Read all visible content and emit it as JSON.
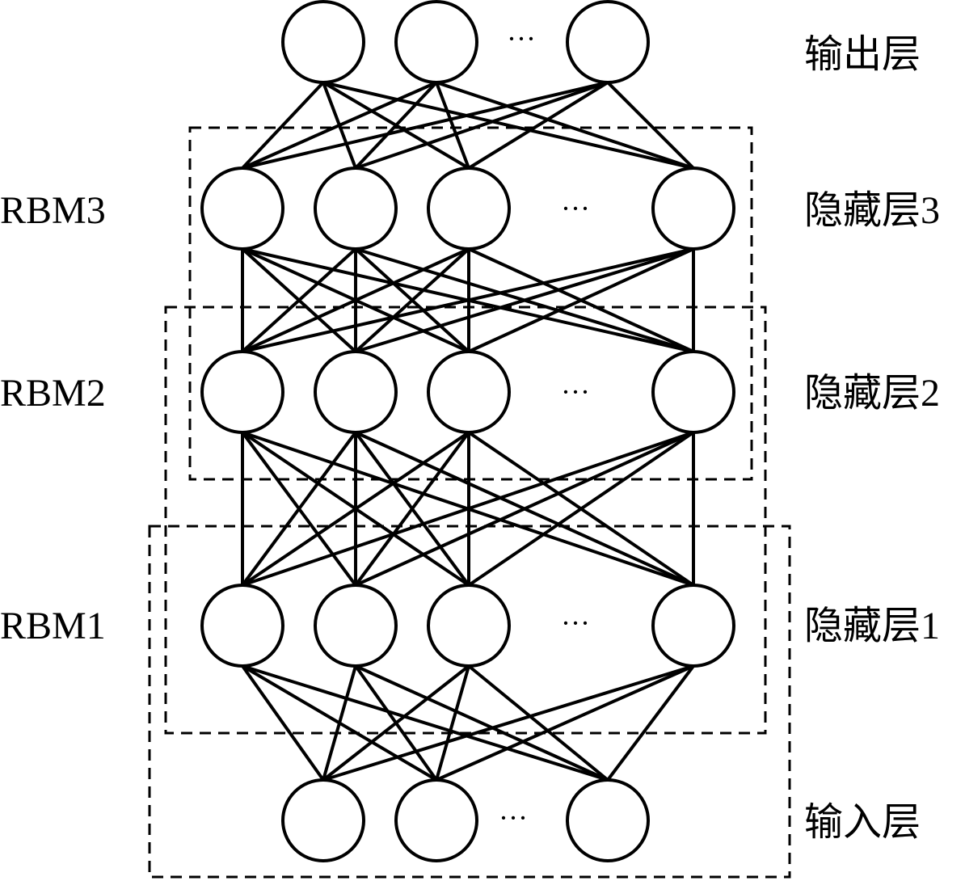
{
  "layers": [
    {
      "id": "output",
      "label": "输出层",
      "dots": "···"
    },
    {
      "id": "hidden3",
      "label": "隐藏层3",
      "dots": "···"
    },
    {
      "id": "hidden2",
      "label": "隐藏层2",
      "dots": "···"
    },
    {
      "id": "hidden1",
      "label": "隐藏层1",
      "dots": "···"
    },
    {
      "id": "input",
      "label": "输入层",
      "dots": "···"
    }
  ],
  "rbms": [
    {
      "id": "rbm3",
      "label": "RBM3"
    },
    {
      "id": "rbm2",
      "label": "RBM2"
    },
    {
      "id": "rbm1",
      "label": "RBM1"
    }
  ]
}
